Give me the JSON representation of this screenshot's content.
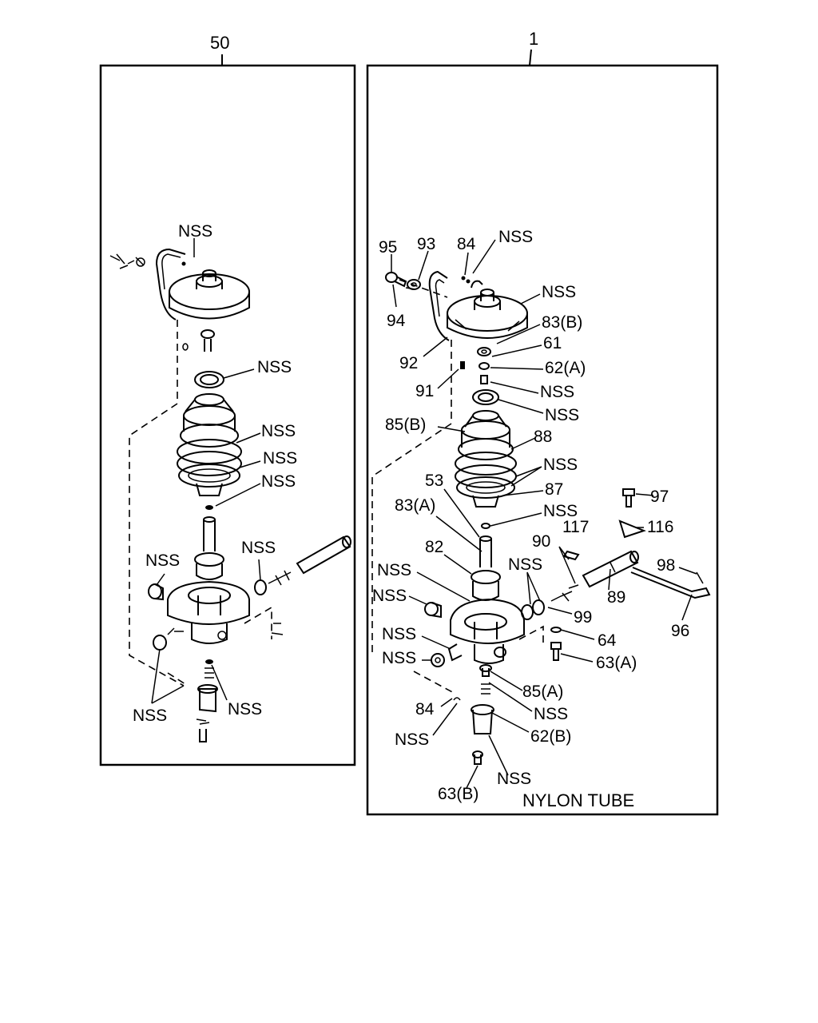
{
  "panels": {
    "left_number": "50",
    "right_number": "1"
  },
  "left_labels": {
    "nss_top": "NSS",
    "nss_ring": "NSS",
    "nss_diaphragm_1": "NSS",
    "nss_diaphragm_2": "NSS",
    "nss_diaphragm_3": "NSS",
    "nss_plug": "NSS",
    "nss_seal": "NSS",
    "nss_lower_left": "NSS",
    "nss_lower_right": "NSS"
  },
  "right_labels": {
    "p95": "95",
    "p93": "93",
    "p84_top": "84",
    "nss_top": "NSS",
    "nss_cover": "NSS",
    "p94": "94",
    "p83b": "83(B)",
    "p61": "61",
    "p92": "92",
    "p62a": "62(A)",
    "p91": "91",
    "nss_a": "NSS",
    "nss_b": "NSS",
    "p85b": "85(B)",
    "p88": "88",
    "nss_c": "NSS",
    "p53": "53",
    "p87": "87",
    "p83a": "83(A)",
    "nss_d": "NSS",
    "p97": "97",
    "p117": "117",
    "p116": "116",
    "p82": "82",
    "p90": "90",
    "nss_e": "NSS",
    "nss_f": "NSS",
    "p98": "98",
    "nss_g": "NSS",
    "p89": "89",
    "p99": "99",
    "nss_h": "NSS",
    "p64": "64",
    "p96": "96",
    "nss_i": "NSS",
    "p63a": "63(A)",
    "p85a": "85(A)",
    "nss_j": "NSS",
    "p84_bot": "84",
    "p62b": "62(B)",
    "nss_k": "NSS",
    "nss_l": "NSS",
    "p63b": "63(B)",
    "nylon_tube": "NYLON TUBE"
  }
}
